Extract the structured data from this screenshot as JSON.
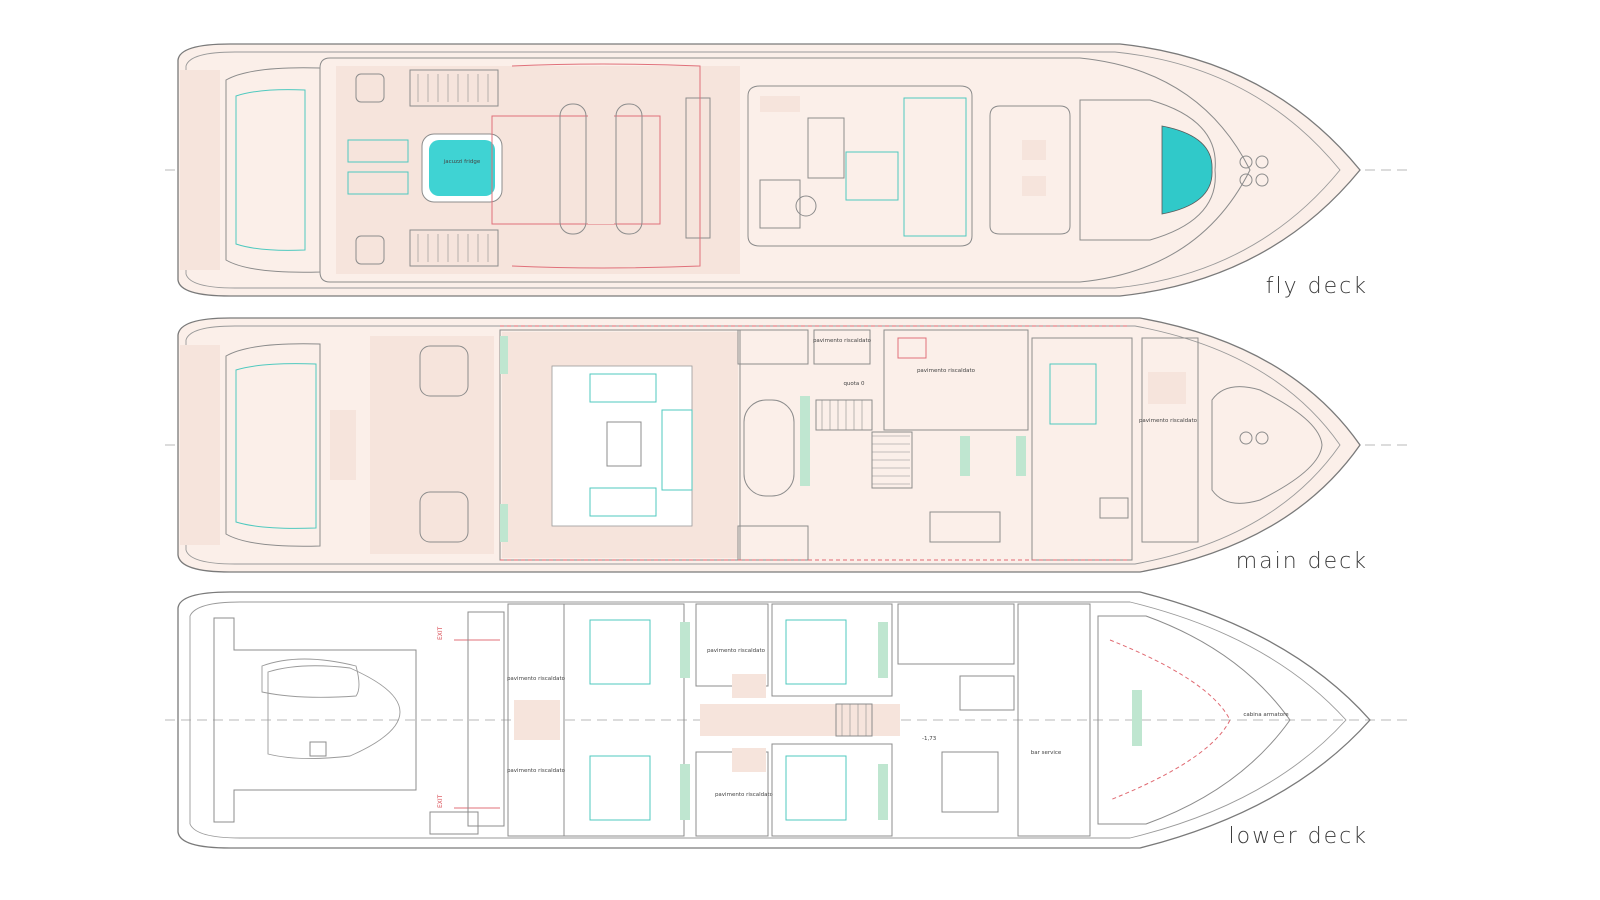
{
  "decks": [
    {
      "id": "fly",
      "title": "fly deck",
      "labels": [
        "jacuzzi fridge"
      ]
    },
    {
      "id": "main",
      "title": "main deck",
      "labels": [
        "pavimento riscaldato",
        "pavimento riscaldato",
        "quota 0",
        "pavimento riscaldato"
      ]
    },
    {
      "id": "lower",
      "title": "lower deck",
      "labels": [
        "pavimento riscaldato",
        "pavimento riscaldato",
        "pavimento riscaldato",
        "pavimento riscaldato",
        "cabina armatore",
        "EXIT",
        "EXIT",
        "-1,73",
        "bar service"
      ]
    }
  ]
}
